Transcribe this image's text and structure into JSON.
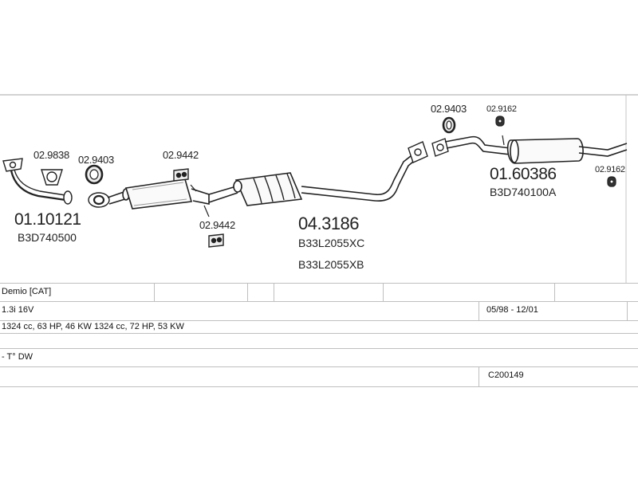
{
  "parts": {
    "downpipe": {
      "code": "01.10121",
      "oem": "B3D740500"
    },
    "gasket_front": "02.9838",
    "ring_front": "02.9403",
    "mount_front": "02.9442",
    "mount_mid": "02.9442",
    "center_box": {
      "code": "04.3186",
      "oem_1": "B33L2055XC",
      "oem_2": "B33L2055XB"
    },
    "ring_rear": "02.9403",
    "rubber_rear_1": "02.9162",
    "rear_box": {
      "code": "01.60386",
      "oem": "B3D740100A"
    },
    "rubber_rear_2": "02.9162"
  },
  "table": {
    "model": "Demio   [CAT]",
    "engine": "1.3i 16V",
    "years": "05/98 - 12/01",
    "specs": "1324 cc, 63 HP, 46 KW  1324 cc, 72 HP, 53 KW",
    "body": "- T° DW",
    "catalog_code": "C200149"
  }
}
